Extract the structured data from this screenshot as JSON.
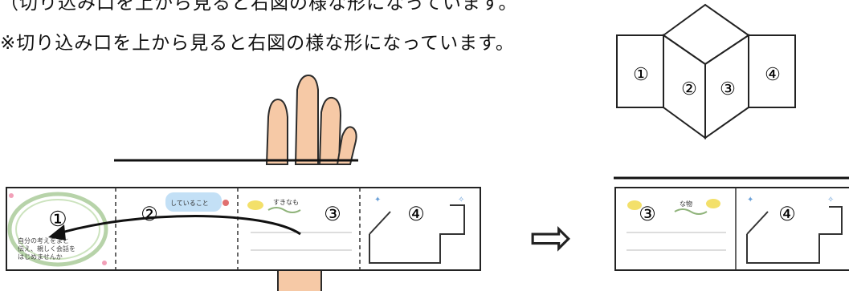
{
  "header": {
    "partial_line": "（切り込み口を上から見ると右図の様な形になっています。",
    "note": "※切り込み口を上から見ると右図の様な形になっています。"
  },
  "top_view": {
    "labels": [
      "①",
      "②",
      "③",
      "④"
    ]
  },
  "left_card": {
    "labels": [
      "①",
      "②",
      "③",
      "④"
    ],
    "panel2_text": "していること",
    "panel3_text": "すきなも",
    "panel1_text": [
      "自分の考えをまと",
      "伝え、親しく会話を",
      "はじめませんか"
    ]
  },
  "right_card": {
    "labels": [
      "③",
      "④"
    ],
    "panel3_text": "な物"
  },
  "arrow_symbol": "⇨"
}
